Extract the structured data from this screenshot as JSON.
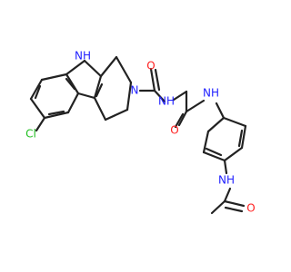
{
  "colors": {
    "bond": "#222222",
    "nitrogen": "#1f1fff",
    "oxygen": "#ff1f1f",
    "chlorine": "#1fbf1f"
  },
  "labels": {
    "nh_indole": "NH",
    "n_ring": "N",
    "o_carboxamide": "O",
    "nh_carboxamide": "NH",
    "o_glycine": "O",
    "nh_anilide": "NH",
    "cl": "Cl",
    "nh_acetamide": "NH",
    "o_acetamide": "O"
  }
}
